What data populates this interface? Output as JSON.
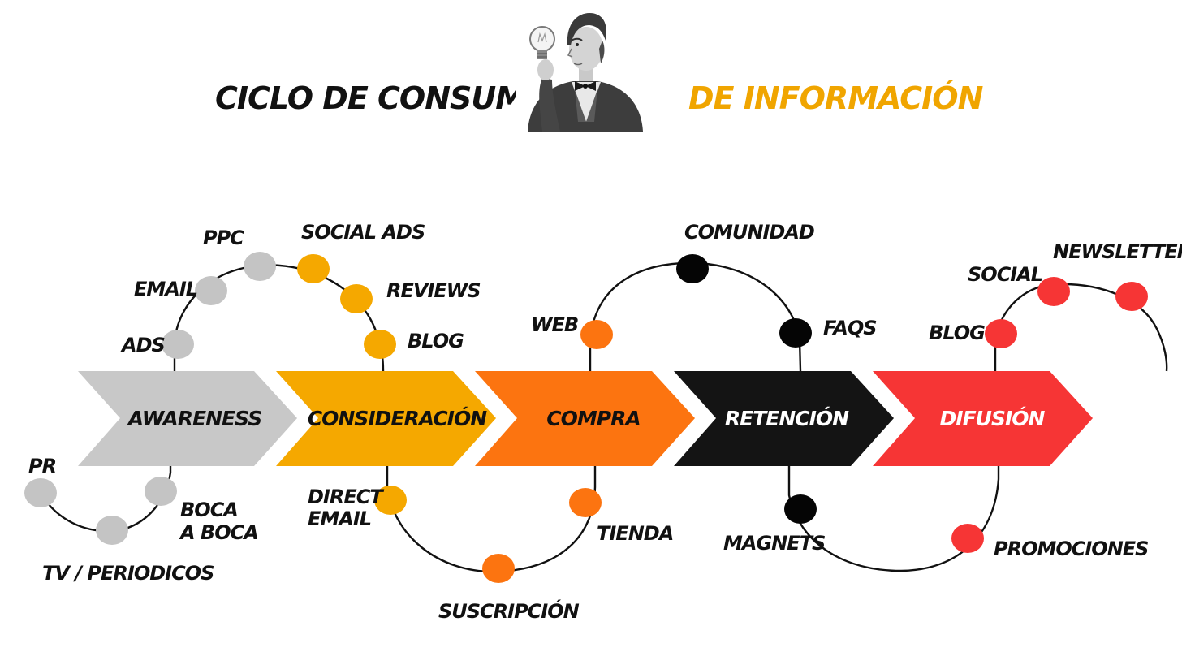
{
  "title": {
    "left": "CICLO DE CONSUMO",
    "right": "DE INFORMACIÓN",
    "left_color": "#111111",
    "right_color": "#F0A500"
  },
  "portrait": {
    "icon": "inventor-lightbulb-icon"
  },
  "colors": {
    "awareness": "#C8C8C8",
    "consideracion": "#F5A800",
    "compra": "#FC7410",
    "retencion": "#141414",
    "difusion": "#F63535",
    "dot_gray": "#C4C4C4",
    "dot_yellow": "#F5A800",
    "dot_orange": "#FC7410",
    "dot_black": "#050505",
    "dot_red": "#F63535",
    "line": "#111111"
  },
  "stages": [
    {
      "id": "awareness",
      "label": "AWARENESS",
      "text_color": "#111111"
    },
    {
      "id": "consideracion",
      "label": "CONSIDERACIÓN",
      "text_color": "#111111"
    },
    {
      "id": "compra",
      "label": "COMPRA",
      "text_color": "#111111"
    },
    {
      "id": "retencion",
      "label": "RETENCIÓN",
      "text_color": "#FFFFFF"
    },
    {
      "id": "difusion",
      "label": "DIFUSIÓN",
      "text_color": "#FFFFFF"
    }
  ],
  "channels": {
    "ads": "ADS",
    "email": "EMAIL",
    "ppc": "PPC",
    "social_ads": "SOCIAL ADS",
    "reviews": "REVIEWS",
    "blog_consideracion": "BLOG",
    "pr": "PR",
    "boca_line1": "BOCA",
    "boca_line2": "A BOCA",
    "tv": "TV / PERIODICOS",
    "direct_line1": "DIRECT",
    "direct_line2": "EMAIL",
    "suscripcion": "SUSCRIPCIÓN",
    "tienda": "TIENDA",
    "web": "WEB",
    "comunidad": "COMUNIDAD",
    "faqs": "FAQS",
    "magnets": "MAGNETS",
    "promociones": "PROMOCIONES",
    "blog_difusion": "BLOG",
    "social": "SOCIAL",
    "newsletter": "NEWSLETTER"
  }
}
